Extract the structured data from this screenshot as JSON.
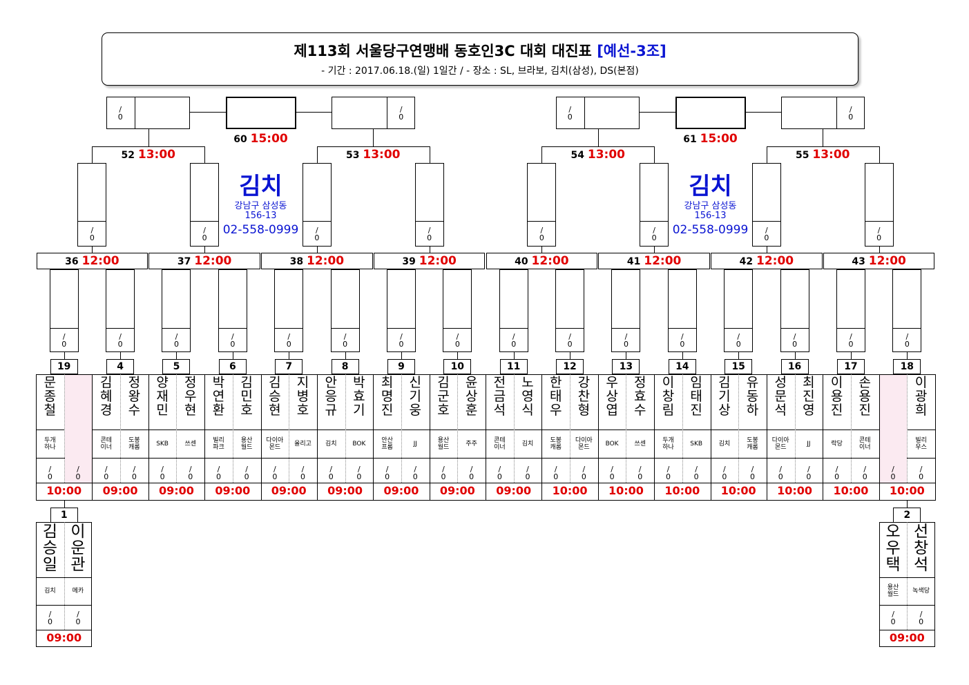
{
  "header": {
    "title_main": "제113회 서울당구연맹배 동호인3C 대회 대진표",
    "title_group": "[예선-3조]",
    "subtitle": "- 기간 : 2017.06.18.(일) 1일간 / - 장소 : SL, 브라보, 김치(삼성), DS(본점)"
  },
  "colors": {
    "time": "#e00000",
    "venue": "#0a14d2",
    "empty_cell": "#fbeaf1"
  },
  "venue": {
    "name": "김치",
    "address1": "강남구 삼성동",
    "address2": "156-13",
    "phone": "02-558-0999"
  },
  "score_placeholder": "/",
  "score_zero": "0",
  "finals": [
    {
      "num": "60",
      "time": "15:00"
    },
    {
      "num": "61",
      "time": "15:00"
    }
  ],
  "semis": [
    {
      "num": "52",
      "time": "13:00"
    },
    {
      "num": "53",
      "time": "13:00"
    },
    {
      "num": "54",
      "time": "13:00"
    },
    {
      "num": "55",
      "time": "13:00"
    }
  ],
  "quarters": [
    {
      "num": "36",
      "time": "12:00"
    },
    {
      "num": "37",
      "time": "12:00"
    },
    {
      "num": "38",
      "time": "12:00"
    },
    {
      "num": "39",
      "time": "12:00"
    },
    {
      "num": "40",
      "time": "12:00"
    },
    {
      "num": "41",
      "time": "12:00"
    },
    {
      "num": "42",
      "time": "12:00"
    },
    {
      "num": "43",
      "time": "12:00"
    }
  ],
  "matches": [
    {
      "num": "19",
      "time": "10:00",
      "players": [
        {
          "name": "문종철",
          "club": [
            "두개",
            "하나"
          ]
        },
        {
          "name": "",
          "club": []
        }
      ]
    },
    {
      "num": "4",
      "time": "09:00",
      "players": [
        {
          "name": "김혜경",
          "club": [
            "콘테",
            "이너"
          ]
        },
        {
          "name": "정왕수",
          "club": [
            "도봉",
            "캐롬"
          ]
        }
      ]
    },
    {
      "num": "5",
      "time": "09:00",
      "players": [
        {
          "name": "양재민",
          "club": [
            "SKB"
          ]
        },
        {
          "name": "정우현",
          "club": [
            "쓰센"
          ]
        }
      ]
    },
    {
      "num": "6",
      "time": "09:00",
      "players": [
        {
          "name": "박연환",
          "club": [
            "빌리",
            "파크"
          ]
        },
        {
          "name": "김민호",
          "club": [
            "용산",
            "월드"
          ]
        }
      ]
    },
    {
      "num": "7",
      "time": "09:00",
      "players": [
        {
          "name": "김승현",
          "club": [
            "다이아",
            "몬드"
          ]
        },
        {
          "name": "지병호",
          "club": [
            "올리고"
          ]
        }
      ]
    },
    {
      "num": "8",
      "time": "09:00",
      "players": [
        {
          "name": "안응규",
          "club": [
            "김치"
          ]
        },
        {
          "name": "박효기",
          "club": [
            "BOK"
          ]
        }
      ]
    },
    {
      "num": "9",
      "time": "09:00",
      "players": [
        {
          "name": "최명진",
          "club": [
            "안산",
            "프롬"
          ]
        },
        {
          "name": "신기웅",
          "club": [
            "JJ"
          ]
        }
      ]
    },
    {
      "num": "10",
      "time": "09:00",
      "players": [
        {
          "name": "김군호",
          "club": [
            "용산",
            "월드"
          ]
        },
        {
          "name": "윤상훈",
          "club": [
            "주주"
          ]
        }
      ]
    },
    {
      "num": "11",
      "time": "09:00",
      "players": [
        {
          "name": "전금석",
          "club": [
            "콘테",
            "이너"
          ]
        },
        {
          "name": "노영식",
          "club": [
            "김치"
          ]
        }
      ]
    },
    {
      "num": "12",
      "time": "10:00",
      "players": [
        {
          "name": "한태우",
          "club": [
            "도봉",
            "캐롬"
          ]
        },
        {
          "name": "강찬형",
          "club": [
            "다이아",
            "몬드"
          ]
        }
      ]
    },
    {
      "num": "13",
      "time": "10:00",
      "players": [
        {
          "name": "우상엽",
          "club": [
            "BOK"
          ]
        },
        {
          "name": "정효수",
          "club": [
            "쓰센"
          ]
        }
      ]
    },
    {
      "num": "14",
      "time": "10:00",
      "players": [
        {
          "name": "이창림",
          "club": [
            "두개",
            "하나"
          ]
        },
        {
          "name": "임태진",
          "club": [
            "SKB"
          ]
        }
      ]
    },
    {
      "num": "15",
      "time": "10:00",
      "players": [
        {
          "name": "김기상",
          "club": [
            "김치"
          ]
        },
        {
          "name": "유동하",
          "club": [
            "도봉",
            "캐롬"
          ]
        }
      ]
    },
    {
      "num": "16",
      "time": "10:00",
      "players": [
        {
          "name": "성문석",
          "club": [
            "다이아",
            "몬드"
          ]
        },
        {
          "name": "최진영",
          "club": [
            "JJ"
          ]
        }
      ]
    },
    {
      "num": "17",
      "time": "10:00",
      "players": [
        {
          "name": "이용진",
          "club": [
            "락당"
          ]
        },
        {
          "name": "손용진",
          "club": [
            "콘테",
            "이너"
          ]
        }
      ]
    },
    {
      "num": "18",
      "time": "10:00",
      "players": [
        {
          "name": "",
          "club": []
        },
        {
          "name": "이광희",
          "club": [
            "빌리",
            "우스"
          ]
        }
      ]
    }
  ],
  "prelims": [
    {
      "num": "1",
      "time": "09:00",
      "players": [
        {
          "name": "김승일",
          "club": [
            "김치"
          ]
        },
        {
          "name": "이운관",
          "club": [
            "메카"
          ]
        }
      ]
    },
    {
      "num": "2",
      "time": "09:00",
      "players": [
        {
          "name": "오우택",
          "club": [
            "용산",
            "월드"
          ]
        },
        {
          "name": "선창석",
          "club": [
            "녹색당"
          ]
        }
      ]
    }
  ]
}
